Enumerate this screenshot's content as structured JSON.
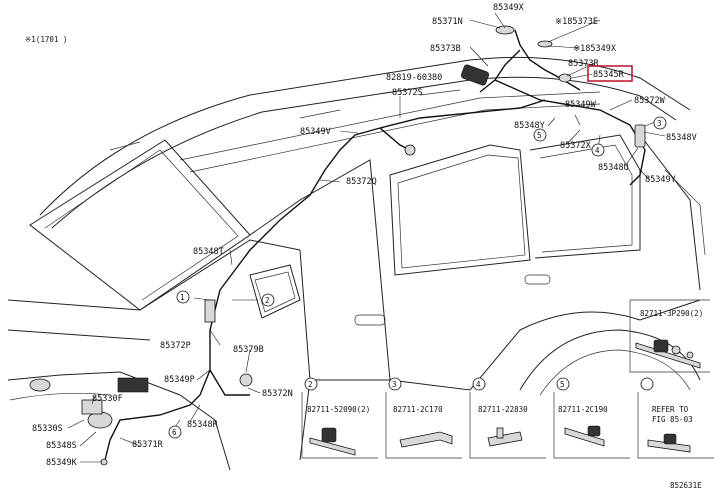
{
  "note_top": "※1(1701      )",
  "highlight_color": "#c0203a",
  "diagram_code": "852631E",
  "labels": {
    "p85349X_top": "85349X",
    "p85371N": "85371N",
    "p85373E": "※185373E",
    "p85373B": "85373B",
    "p85349X_mid": "※185349X",
    "p85373R": "85373R",
    "p82819": "82819-60380",
    "p85345R": "85345R",
    "p85372S": "85372S",
    "p85349W": "85349W",
    "p85372W": "85372W",
    "p85349V": "85349V",
    "p85348Y": "85348Y",
    "p85348V": "85348V",
    "p85372X": "85372X",
    "p85348U": "85348U",
    "p85349Y": "85349Y",
    "p85372Q": "85372Q",
    "p85348T": "85348T",
    "p85372P": "85372P",
    "p85379B": "85379B",
    "p85349P": "85349P",
    "p85372N": "85372N",
    "p85330F": "85330F",
    "p85330S": "85330S",
    "p85348S": "85348S",
    "p85348R": "85348R",
    "p85371R": "85371R",
    "p85349K": "85349K"
  },
  "callouts": [
    "1",
    "2",
    "3",
    "4",
    "5",
    "6"
  ],
  "detail_boxes": [
    {
      "num": "2",
      "part": "82711-52090(2)"
    },
    {
      "num": "3",
      "part": "82711-2C170"
    },
    {
      "num": "4",
      "part": "82711-22830"
    },
    {
      "num": "5",
      "part": "82711-2C190"
    },
    {
      "num": "",
      "part": "REFER TO",
      "part2": "FIG 85-03"
    }
  ],
  "side_detail": {
    "num": "",
    "part": "82711-3P290(2)"
  }
}
